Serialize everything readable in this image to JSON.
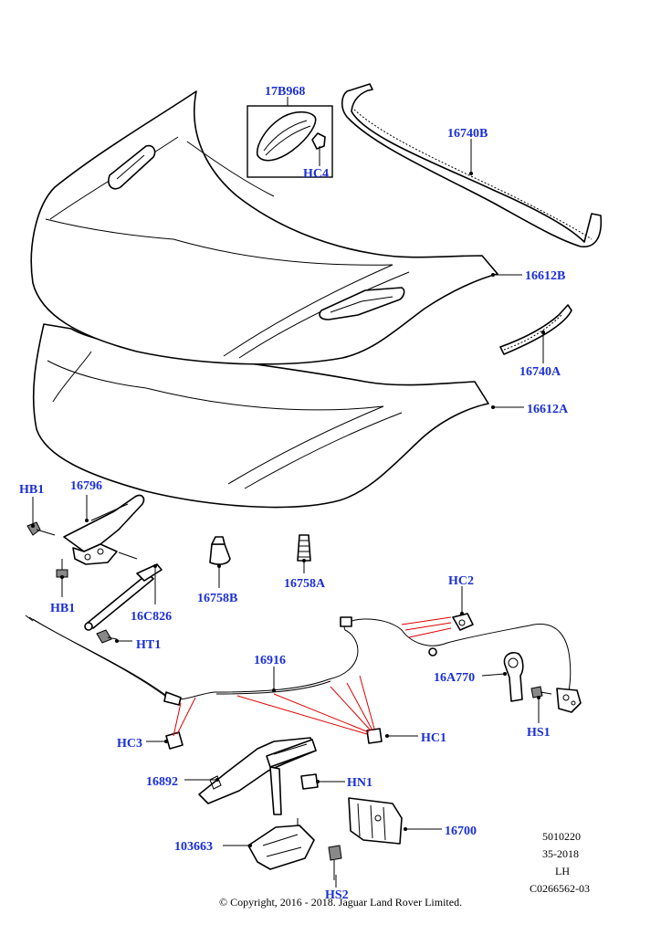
{
  "diagram": {
    "labels": {
      "p17B968": "17B968",
      "p16740B": "16740B",
      "HC4": "HC4",
      "p16612B": "16612B",
      "p16740A": "16740A",
      "p16612A": "16612A",
      "HB1_top": "HB1",
      "p16796": "16796",
      "HB1_bottom": "HB1",
      "p16C826": "16C826",
      "HT1": "HT1",
      "p16758B": "16758B",
      "p16758A": "16758A",
      "HC2": "HC2",
      "p16916": "16916",
      "p16A770": "16A770",
      "HS1": "HS1",
      "HC3": "HC3",
      "HC1": "HC1",
      "p16892": "16892",
      "HN1": "HN1",
      "p16700": "16700",
      "p103663": "103663",
      "HS2": "HS2"
    },
    "reference": {
      "line1": "5010220",
      "line2": "35-2018",
      "line3": "LH",
      "line4": "C0266562-03"
    },
    "copyright": "© Copyright, 2016 - 2018. Jaguar Land Rover Limited.",
    "colors": {
      "label": "#1a2fd6",
      "leader_red": "#e00000"
    }
  }
}
